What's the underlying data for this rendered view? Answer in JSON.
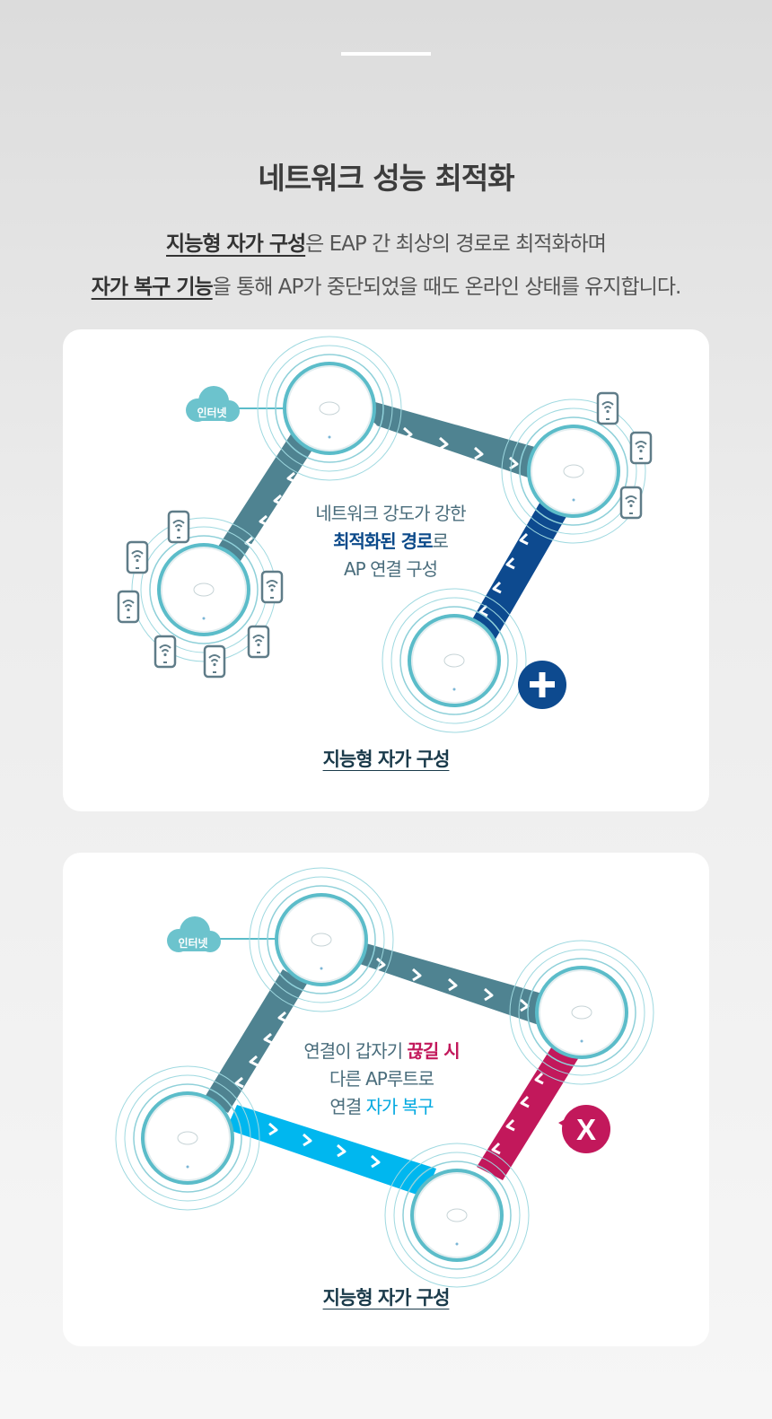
{
  "header": {
    "title": "네트워크 성능 최적화",
    "desc_line1_highlight": "지능형 자가 구성",
    "desc_line1_rest": "은 EAP 간 최상의 경로로 최적화하며",
    "desc_line2_highlight": "자가 복구 기능",
    "desc_line2_rest": "을 통해 AP가 중단되었을 때도 온라인 상태를 유지합니다."
  },
  "card1": {
    "cloud_label": "인터넷",
    "line1": "네트워크 강도가 강한",
    "line2_highlight": "최적화된 경로",
    "line2_rest": "로",
    "line3": "AP 연결 구성",
    "badge_icon": "plus-icon",
    "caption": "지능형 자가 구성"
  },
  "card2": {
    "cloud_label": "인터넷",
    "line1_prefix": "연결이 갑자기 ",
    "line1_highlight": "끊길 시",
    "line2": "다른 AP루트로",
    "line3_prefix": "연결 ",
    "line3_highlight": "자가 복구",
    "badge_text": "X",
    "caption": "지능형 자가 구성"
  },
  "colors": {
    "teal_link": "#4f8391",
    "blue_link": "#0d4a8f",
    "cyan_link": "#00b7ef",
    "magenta_link": "#c2185b",
    "ring": "#5bbcc9"
  }
}
